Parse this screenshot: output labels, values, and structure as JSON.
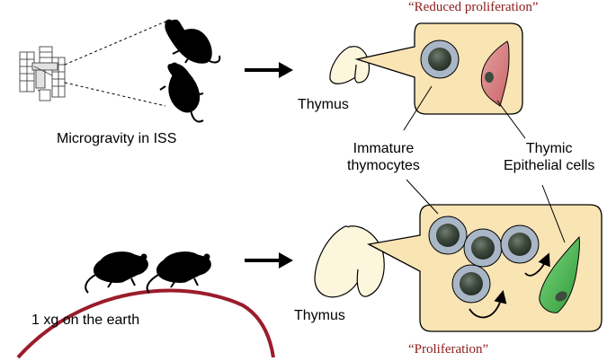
{
  "top_panel": {
    "condition_label": "Microgravity in ISS",
    "organ_label": "Thymus",
    "outcome_label": "“Reduced proliferation”"
  },
  "bottom_panel": {
    "condition_label": "1 xg on the earth",
    "organ_label": "Thymus",
    "outcome_label": "“Proliferation”"
  },
  "cell_labels": {
    "immature_line1": "Immature",
    "immature_line2": "thymocytes",
    "epithelial_line1": "Thymic",
    "epithelial_line2": "Epithelial cells"
  },
  "colors": {
    "outcome_text": "#8b1a1a",
    "zoom_box_fill": "#f9e4b4",
    "earth_arc": "#9b1c2c",
    "thymocyte_ring": "#a9b6c6",
    "thymocyte_nucleus": "#3f4b3f",
    "epithelial_reduced": "#d77f82",
    "epithelial_active": "#4cb84c",
    "thymus_fill": "#fbf6dc"
  }
}
